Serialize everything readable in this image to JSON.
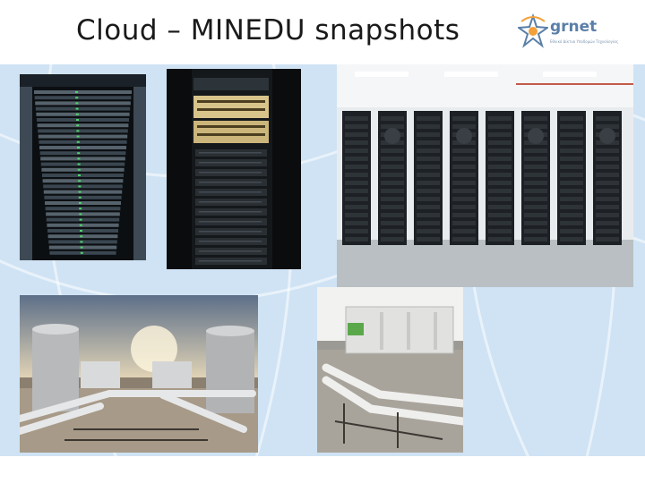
{
  "slide": {
    "title": "Cloud – MINEDU snapshots"
  },
  "logo": {
    "name": "grnet",
    "tagline": "Εθνικό Δίκτυο Υποδομών Τεχνολογίας"
  },
  "photos": [
    "server-rack-front-photo",
    "server-rack-side-photo",
    "datacenter-room-photo",
    "rooftop-cooling-towers-photo",
    "rooftop-chiller-unit-photo"
  ],
  "colors": {
    "background_panel": "#cfe3f4",
    "title_text": "#1a1a1a",
    "logo_blue": "#5a7fa8",
    "logo_orange": "#f2a03a"
  }
}
